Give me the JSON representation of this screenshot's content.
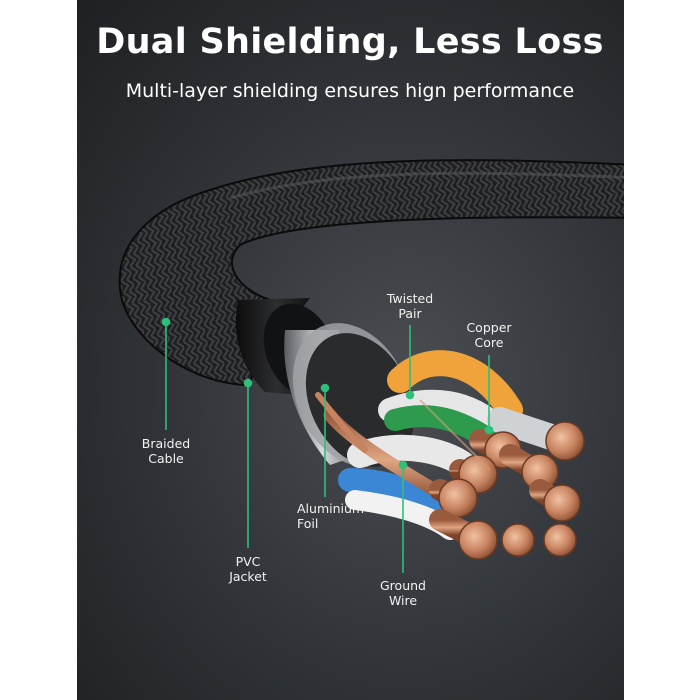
{
  "title": "Dual Shielding, Less Loss",
  "subtitle": "Multi-layer shielding ensures hign performance",
  "colors": {
    "accent": "#2fbf7a",
    "background": "#2f3236",
    "copper": "#b87352",
    "text": "#ffffff"
  },
  "labels": {
    "twisted_pair": "Twisted\nPair",
    "copper_core": "Copper\nCore",
    "braided_cable": "Braided\nCable",
    "aluminium_foil": "Aluminium\nFoil",
    "pvc_jacket": "PVC\nJacket",
    "ground_wire": "Ground\nWire"
  }
}
